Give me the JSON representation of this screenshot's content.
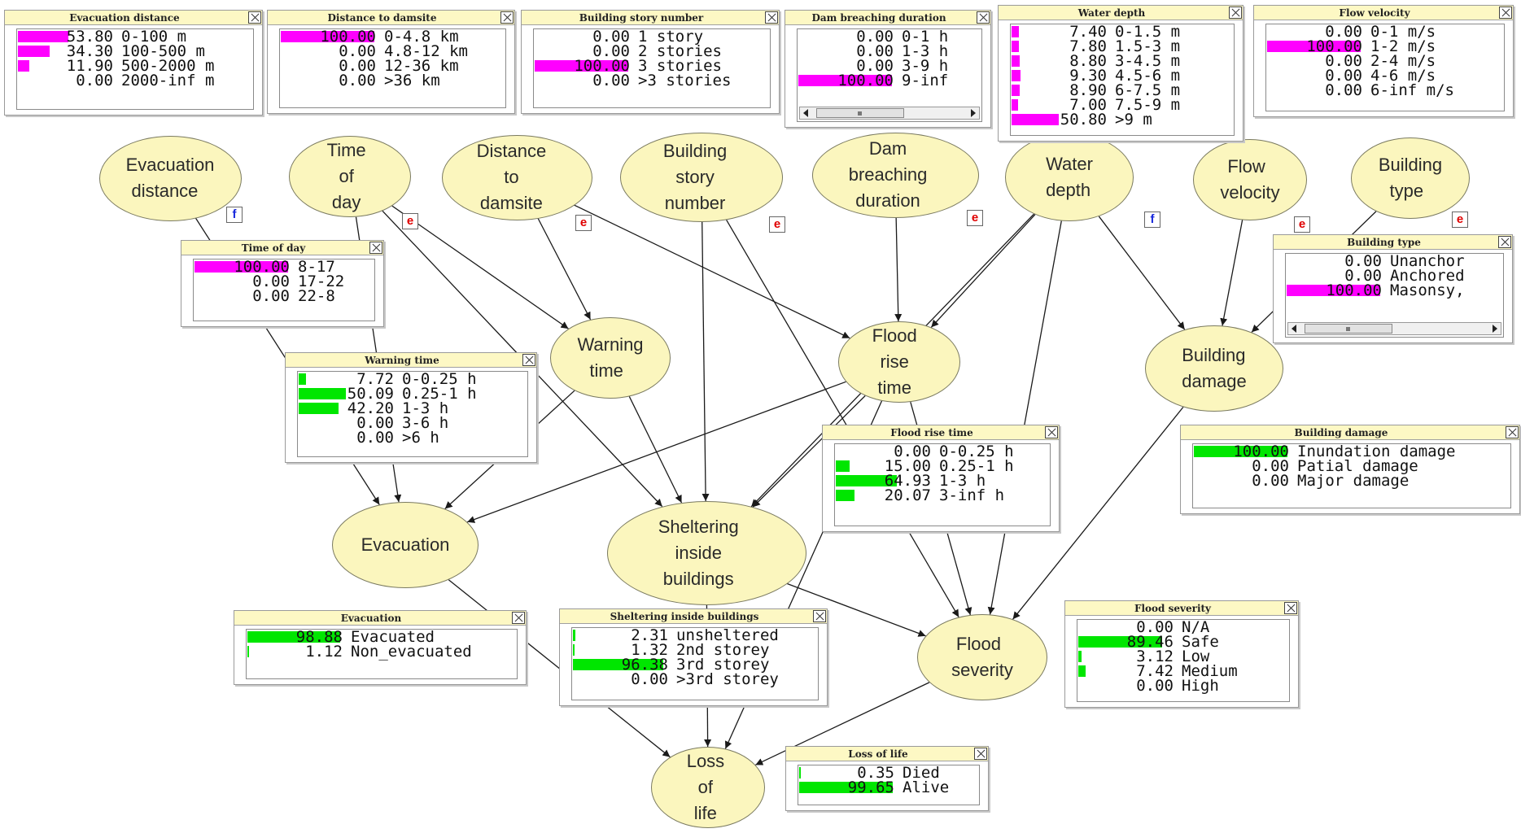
{
  "colors": {
    "evidence_bar": "#ff00ff",
    "belief_bar": "#00e600",
    "node_fill": "#fbf6be"
  },
  "nodes": [
    {
      "id": "evac_dist",
      "lines": [
        "Evacuation",
        "distance"
      ],
      "badge": "f"
    },
    {
      "id": "time_of_day",
      "lines": [
        "Time of",
        "day"
      ],
      "badge": "e"
    },
    {
      "id": "dist_dam",
      "lines": [
        "Distance to",
        "damsite"
      ],
      "badge": "e"
    },
    {
      "id": "story",
      "lines": [
        "Building story",
        "number"
      ],
      "badge": "e"
    },
    {
      "id": "dam_dur",
      "lines": [
        "Dam breaching",
        "duration"
      ],
      "badge": "e"
    },
    {
      "id": "water_depth",
      "lines": [
        "Water",
        "depth"
      ],
      "badge": "f"
    },
    {
      "id": "flow_vel",
      "lines": [
        "Flow",
        "velocity"
      ],
      "badge": "e"
    },
    {
      "id": "bldg_type",
      "lines": [
        "Building",
        "type"
      ],
      "badge": "e"
    },
    {
      "id": "warning",
      "lines": [
        "Warning",
        "time"
      ],
      "badge": ""
    },
    {
      "id": "flood_rise",
      "lines": [
        "Flood rise",
        "time"
      ],
      "badge": ""
    },
    {
      "id": "bldg_damage",
      "lines": [
        "Building",
        "damage"
      ],
      "badge": ""
    },
    {
      "id": "evacuation",
      "lines": [
        "Evacuation"
      ],
      "badge": ""
    },
    {
      "id": "sheltering",
      "lines": [
        "Sheltering inside",
        "buildings"
      ],
      "badge": ""
    },
    {
      "id": "severity",
      "lines": [
        "Flood",
        "severity"
      ],
      "badge": ""
    },
    {
      "id": "loss",
      "lines": [
        "Loss",
        "of life"
      ],
      "badge": ""
    }
  ],
  "edges": [
    [
      "time_of_day",
      "warning"
    ],
    [
      "time_of_day",
      "sheltering"
    ],
    [
      "time_of_day",
      "evacuation"
    ],
    [
      "dist_dam",
      "warning"
    ],
    [
      "dist_dam",
      "flood_rise"
    ],
    [
      "story",
      "sheltering"
    ],
    [
      "story",
      "severity"
    ],
    [
      "dam_dur",
      "flood_rise"
    ],
    [
      "water_depth",
      "flood_rise"
    ],
    [
      "water_depth",
      "bldg_damage"
    ],
    [
      "water_depth",
      "severity"
    ],
    [
      "water_depth",
      "sheltering"
    ],
    [
      "flow_vel",
      "bldg_damage"
    ],
    [
      "bldg_type",
      "bldg_damage"
    ],
    [
      "evac_dist",
      "evacuation"
    ],
    [
      "warning",
      "evacuation"
    ],
    [
      "warning",
      "sheltering"
    ],
    [
      "flood_rise",
      "evacuation"
    ],
    [
      "flood_rise",
      "sheltering"
    ],
    [
      "flood_rise",
      "severity"
    ],
    [
      "flood_rise",
      "loss"
    ],
    [
      "bldg_damage",
      "severity"
    ],
    [
      "sheltering",
      "severity"
    ],
    [
      "sheltering",
      "loss"
    ],
    [
      "evacuation",
      "loss"
    ],
    [
      "severity",
      "loss"
    ]
  ],
  "monitors": [
    {
      "id": "evac_dist",
      "title": "Evacuation distance",
      "bar": "evidence",
      "states": [
        {
          "v": 53.8,
          "t": "53.80",
          "l": "0-100 m"
        },
        {
          "v": 34.3,
          "t": "34.30",
          "l": "100-500 m"
        },
        {
          "v": 11.9,
          "t": "11.90",
          "l": "500-2000 m"
        },
        {
          "v": 0,
          "t": "0.00",
          "l": "2000-inf m"
        }
      ]
    },
    {
      "id": "dist_dam",
      "title": "Distance to damsite",
      "bar": "evidence",
      "states": [
        {
          "v": 100,
          "t": "100.00",
          "l": "0-4.8 km"
        },
        {
          "v": 0,
          "t": "0.00",
          "l": "4.8-12 km"
        },
        {
          "v": 0,
          "t": "0.00",
          "l": "12-36 km"
        },
        {
          "v": 0,
          "t": "0.00",
          "l": ">36 km"
        }
      ]
    },
    {
      "id": "story",
      "title": "Building story number",
      "bar": "evidence",
      "states": [
        {
          "v": 0,
          "t": "0.00",
          "l": "1 story"
        },
        {
          "v": 0,
          "t": "0.00",
          "l": "2 stories"
        },
        {
          "v": 100,
          "t": "100.00",
          "l": "3 stories"
        },
        {
          "v": 0,
          "t": "0.00",
          "l": ">3 stories"
        }
      ]
    },
    {
      "id": "dam_dur",
      "title": "Dam breaching duration",
      "bar": "evidence",
      "scroll": true,
      "states": [
        {
          "v": 0,
          "t": "0.00",
          "l": "0-1 h"
        },
        {
          "v": 0,
          "t": "0.00",
          "l": "1-3 h"
        },
        {
          "v": 0,
          "t": "0.00",
          "l": "3-9 h"
        },
        {
          "v": 100,
          "t": "100.00",
          "l": "9-inf"
        }
      ]
    },
    {
      "id": "water_depth",
      "title": "Water depth",
      "bar": "evidence",
      "states": [
        {
          "v": 7.4,
          "t": "7.40",
          "l": "0-1.5 m"
        },
        {
          "v": 7.8,
          "t": "7.80",
          "l": "1.5-3 m"
        },
        {
          "v": 8.8,
          "t": "8.80",
          "l": "3-4.5 m"
        },
        {
          "v": 9.3,
          "t": "9.30",
          "l": "4.5-6 m"
        },
        {
          "v": 8.9,
          "t": "8.90",
          "l": "6-7.5 m"
        },
        {
          "v": 7.0,
          "t": "7.00",
          "l": "7.5-9 m"
        },
        {
          "v": 50.8,
          "t": "50.80",
          "l": ">9 m"
        }
      ]
    },
    {
      "id": "flow_vel",
      "title": "Flow velocity",
      "bar": "evidence",
      "states": [
        {
          "v": 0,
          "t": "0.00",
          "l": "0-1 m/s"
        },
        {
          "v": 100,
          "t": "100.00",
          "l": "1-2 m/s"
        },
        {
          "v": 0,
          "t": "0.00",
          "l": "2-4 m/s"
        },
        {
          "v": 0,
          "t": "0.00",
          "l": "4-6 m/s"
        },
        {
          "v": 0,
          "t": "0.00",
          "l": "6-inf m/s"
        }
      ]
    },
    {
      "id": "time_of_day",
      "title": "Time of day",
      "bar": "evidence",
      "states": [
        {
          "v": 100,
          "t": "100.00",
          "l": "8-17"
        },
        {
          "v": 0,
          "t": "0.00",
          "l": "17-22"
        },
        {
          "v": 0,
          "t": "0.00",
          "l": "22-8"
        }
      ]
    },
    {
      "id": "bldg_type",
      "title": "Building type",
      "bar": "evidence",
      "scroll": true,
      "states": [
        {
          "v": 0,
          "t": "0.00",
          "l": "Unanchor"
        },
        {
          "v": 0,
          "t": "0.00",
          "l": "Anchored"
        },
        {
          "v": 100,
          "t": "100.00",
          "l": "Masonsy,"
        }
      ]
    },
    {
      "id": "warning",
      "title": "Warning time",
      "bar": "belief",
      "states": [
        {
          "v": 7.72,
          "t": "7.72",
          "l": "0-0.25 h"
        },
        {
          "v": 50.09,
          "t": "50.09",
          "l": "0.25-1 h"
        },
        {
          "v": 42.2,
          "t": "42.20",
          "l": "1-3 h"
        },
        {
          "v": 0,
          "t": "0.00",
          "l": "3-6 h"
        },
        {
          "v": 0,
          "t": "0.00",
          "l": ">6 h"
        }
      ]
    },
    {
      "id": "flood_rise",
      "title": "Flood rise time",
      "bar": "belief",
      "states": [
        {
          "v": 0,
          "t": "0.00",
          "l": "0-0.25 h"
        },
        {
          "v": 15.0,
          "t": "15.00",
          "l": "0.25-1 h"
        },
        {
          "v": 64.93,
          "t": "64.93",
          "l": "1-3 h"
        },
        {
          "v": 20.07,
          "t": "20.07",
          "l": "3-inf h"
        }
      ]
    },
    {
      "id": "bldg_damage",
      "title": "Building damage",
      "bar": "belief",
      "states": [
        {
          "v": 100,
          "t": "100.00",
          "l": "Inundation damage"
        },
        {
          "v": 0,
          "t": "0.00",
          "l": "Patial damage"
        },
        {
          "v": 0,
          "t": "0.00",
          "l": "Major damage"
        }
      ]
    },
    {
      "id": "evacuation",
      "title": "Evacuation",
      "bar": "belief",
      "states": [
        {
          "v": 98.88,
          "t": "98.88",
          "l": "Evacuated"
        },
        {
          "v": 1.12,
          "t": "1.12",
          "l": "Non_evacuated"
        }
      ]
    },
    {
      "id": "sheltering",
      "title": "Sheltering inside buildings",
      "bar": "belief",
      "states": [
        {
          "v": 2.31,
          "t": "2.31",
          "l": "unsheltered"
        },
        {
          "v": 1.32,
          "t": "1.32",
          "l": "2nd storey"
        },
        {
          "v": 96.38,
          "t": "96.38",
          "l": "3rd storey"
        },
        {
          "v": 0,
          "t": "0.00",
          "l": ">3rd storey"
        }
      ]
    },
    {
      "id": "severity",
      "title": "Flood severity",
      "bar": "belief",
      "states": [
        {
          "v": 0,
          "t": "0.00",
          "l": "N/A"
        },
        {
          "v": 89.46,
          "t": "89.46",
          "l": "Safe"
        },
        {
          "v": 3.12,
          "t": "3.12",
          "l": "Low"
        },
        {
          "v": 7.42,
          "t": "7.42",
          "l": "Medium"
        },
        {
          "v": 0,
          "t": "0.00",
          "l": "High"
        }
      ]
    },
    {
      "id": "loss",
      "title": "Loss of life",
      "bar": "belief",
      "states": [
        {
          "v": 0.35,
          "t": "0.35",
          "l": "Died"
        },
        {
          "v": 99.65,
          "t": "99.65",
          "l": "Alive"
        }
      ]
    }
  ]
}
